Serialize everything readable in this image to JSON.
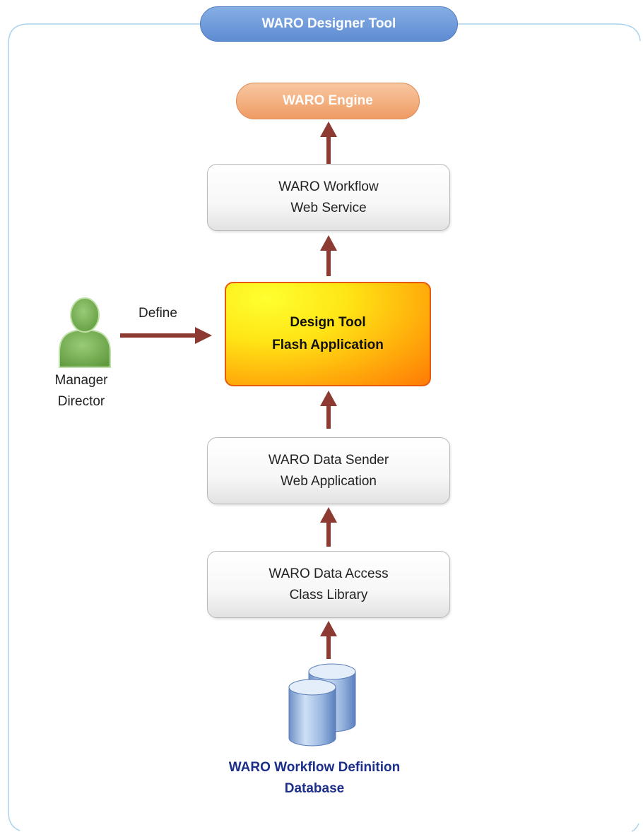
{
  "title": "WARO Designer Tool",
  "engine": "WARO Engine",
  "workflow_service": {
    "line1": "WARO Workflow",
    "line2": "Web Service"
  },
  "design_tool": {
    "line1": "Design Tool",
    "line2": "Flash Application"
  },
  "data_sender": {
    "line1": "WARO Data Sender",
    "line2": "Web Application"
  },
  "data_access": {
    "line1": "WARO Data Access",
    "line2": "Class Library"
  },
  "actor": {
    "line1": "Manager",
    "line2": "Director"
  },
  "define_label": "Define",
  "database": {
    "line1": "WARO Workflow Definition",
    "line2": "Database"
  },
  "colors": {
    "frame_line": "#a9d4ee",
    "arrow": "#8c3a32",
    "title_pill": "#6f9bdb",
    "engine_pill": "#f2a775",
    "design_border": "#e65a0c",
    "database_text": "#1a2e8a"
  },
  "icons": {
    "actor": "user-icon",
    "database": "database-icon"
  }
}
